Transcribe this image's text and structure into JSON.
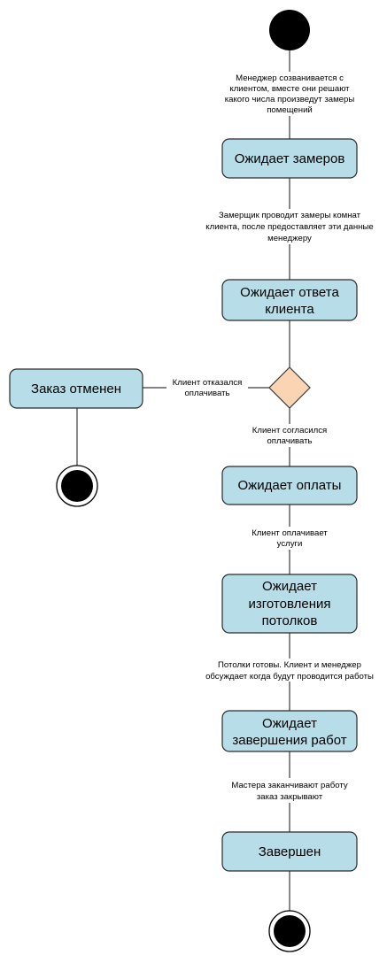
{
  "states": {
    "waiting_measure": [
      "Ожидает замеров"
    ],
    "waiting_answer": [
      "Ожидает ответа",
      "клиента"
    ],
    "cancelled": [
      "Заказ отменен"
    ],
    "waiting_payment": [
      "Ожидает оплаты"
    ],
    "waiting_manufacture": [
      "Ожидает",
      "изготовления",
      "потолков"
    ],
    "waiting_completion": [
      "Ожидает",
      "завершения работ"
    ],
    "finished": [
      "Завершен"
    ]
  },
  "transitions": {
    "start_to_measure": [
      "Менеджер созванивается с",
      "клиентом, вместе они решают",
      "какого числа произведут замеры",
      "помещений"
    ],
    "measure_to_answer": [
      "Замерщик проводит замеры комнат",
      "клиента, после предоставляет эти данные",
      "менеджеру"
    ],
    "decision_to_cancel": [
      "Клиент отказался",
      "оплачивать"
    ],
    "decision_to_payment": [
      "Клиент согласился",
      "оплачивать"
    ],
    "payment_to_manufacture": [
      "Клиент оплачивает",
      "услуги"
    ],
    "manufacture_to_completion": [
      "Потолки готовы. Клиент и менеджер",
      "обсуждает когда будут проводится работы"
    ],
    "completion_to_finished": [
      "Мастера заканчивают работу",
      "заказ закрывают"
    ]
  },
  "colors": {
    "state_fill": "#b7dde8",
    "decision_fill": "#fbd4b4",
    "node_fill": "#000000"
  }
}
